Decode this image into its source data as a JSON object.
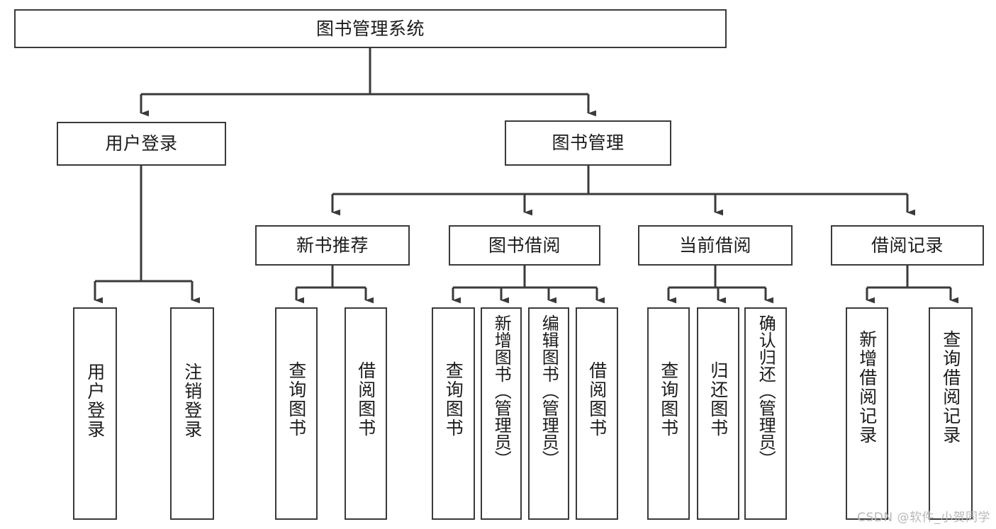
{
  "diagram": {
    "title": "图书管理系统",
    "type": "功能结构图",
    "stroke_color": "#3a3a3a",
    "fill_color": "#ffffff",
    "text_color": "#1b1b1b",
    "background": "#ffffff"
  },
  "nodes": {
    "root": {
      "label": "图书管理系统"
    },
    "level2": [
      {
        "id": "user-login",
        "label": "用户登录"
      },
      {
        "id": "book-manage",
        "label": "图书管理"
      }
    ],
    "level3": [
      {
        "id": "new-book-recommend",
        "label": "新书推荐"
      },
      {
        "id": "book-borrow",
        "label": "图书借阅"
      },
      {
        "id": "current-borrow",
        "label": "当前借阅"
      },
      {
        "id": "borrow-record",
        "label": "借阅记录"
      }
    ],
    "leaves": {
      "user_login": [
        {
          "id": "leaf-user-login",
          "label": "用户登录"
        },
        {
          "id": "leaf-logout-login",
          "label": "注销登录"
        }
      ],
      "new_book_recommend": [
        {
          "id": "leaf-query-book-1",
          "label": "查询图书"
        },
        {
          "id": "leaf-borrow-book-1",
          "label": "借阅图书"
        }
      ],
      "book_borrow": [
        {
          "id": "leaf-query-book-2",
          "label": "查询图书"
        },
        {
          "id": "leaf-add-book",
          "label": "新增图书（管理员）"
        },
        {
          "id": "leaf-edit-book",
          "label": "编辑图书（管理员）"
        },
        {
          "id": "leaf-borrow-book-2",
          "label": "借阅图书"
        }
      ],
      "current_borrow": [
        {
          "id": "leaf-query-book-3",
          "label": "查询图书"
        },
        {
          "id": "leaf-return-book",
          "label": "归还图书"
        },
        {
          "id": "leaf-confirm-return",
          "label": "确认归还（管理员）"
        }
      ],
      "borrow_record": [
        {
          "id": "leaf-add-record",
          "label": "新增借阅记录"
        },
        {
          "id": "leaf-query-record",
          "label": "查询借阅记录"
        }
      ]
    }
  },
  "watermark": {
    "text": "CSDN @软件_小贺同学"
  }
}
